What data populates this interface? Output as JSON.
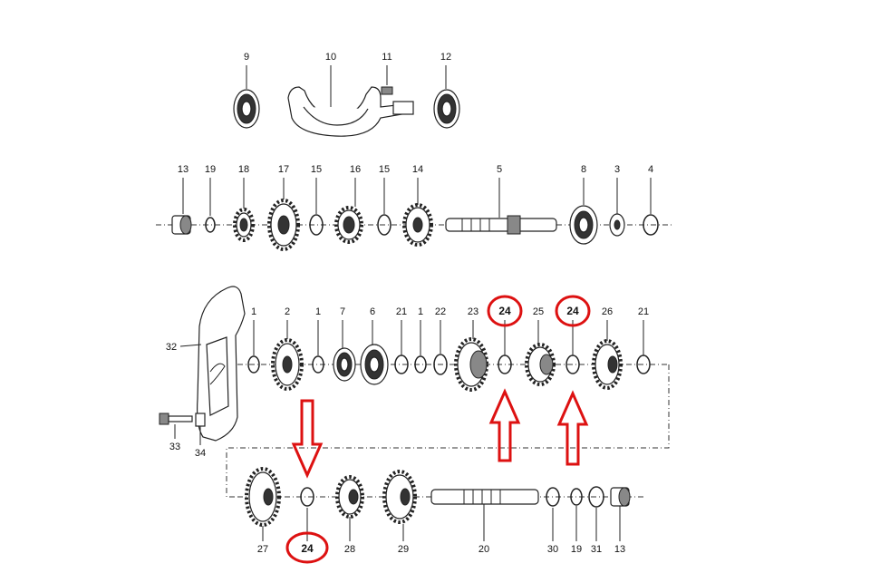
{
  "callouts": {
    "top_row": [
      "9",
      "10",
      "11",
      "12"
    ],
    "second_row": [
      "13",
      "19",
      "18",
      "17",
      "15",
      "16",
      "15",
      "14",
      "5",
      "8",
      "3",
      "4"
    ],
    "third_row": [
      "1",
      "2",
      "1",
      "7",
      "6",
      "21",
      "1",
      "22",
      "23",
      "24",
      "25",
      "24",
      "26",
      "21"
    ],
    "cover": [
      "32",
      "33",
      "34"
    ],
    "bottom_row": [
      "27",
      "24",
      "28",
      "29",
      "20",
      "30",
      "19",
      "31",
      "13"
    ]
  }
}
